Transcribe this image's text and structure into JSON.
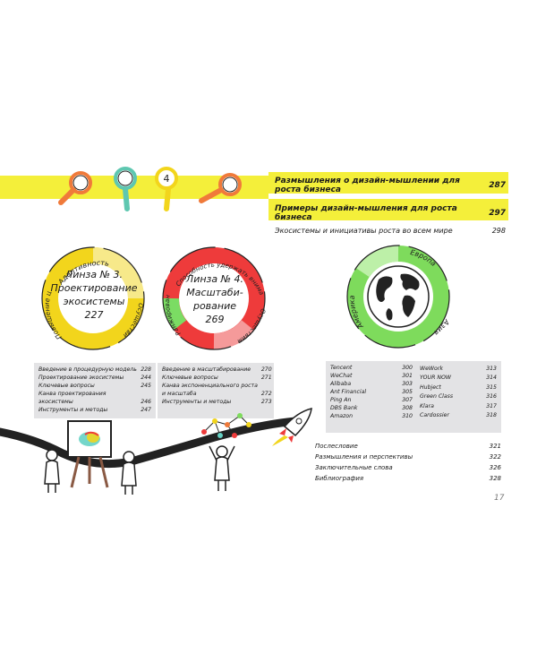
{
  "header_links": [
    {
      "label": "Размышления о дизайн-мышлении для роста бизнеса",
      "page": "287"
    },
    {
      "label": "Примеры дизайн-мышления для роста бизнеса",
      "page": "297"
    },
    {
      "label": "Экосистемы и инициативы роста во всем мире",
      "page": "298"
    }
  ],
  "lens3": {
    "title_lines": [
      "Линза № 3.",
      "Проектирование",
      "экосистемы",
      "227"
    ],
    "ring_labels": [
      "Адаптивность",
      "Осуществимость",
      "Повышение ценности"
    ],
    "toc": [
      {
        "label": "Введение в процедурную модель",
        "page": "228"
      },
      {
        "label": "Проектирование экосистемы",
        "page": "244"
      },
      {
        "label": "Ключевые вопросы",
        "page": "245"
      },
      {
        "label": "Канва проектирования",
        "page": ""
      },
      {
        "label": "экосистемы",
        "page": "246"
      },
      {
        "label": "Инструменты и методы",
        "page": "247"
      }
    ]
  },
  "lens4": {
    "title_lines": [
      "Линза № 4.",
      "Масштаби-",
      "рование",
      "269"
    ],
    "ring_labels": [
      "Способность удержать внимание",
      "Осуществимость",
      "Ранжированность"
    ],
    "toc": [
      {
        "label": "Введение в масштабирование",
        "page": "270"
      },
      {
        "label": "Ключевые вопросы",
        "page": "271"
      },
      {
        "label": "Канва экспоненциального роста",
        "page": ""
      },
      {
        "label": "и масштаба",
        "page": "272"
      },
      {
        "label": "Инструменты и методы",
        "page": "273"
      }
    ]
  },
  "globe": {
    "ring_labels": [
      "Европа",
      "Азия",
      "Америка"
    ]
  },
  "companies_left": [
    {
      "label": "Tencent",
      "page": "300"
    },
    {
      "label": "WeChat",
      "page": "301"
    },
    {
      "label": "Alibaba",
      "page": "303"
    },
    {
      "label": "Ant Financial",
      "page": "305"
    },
    {
      "label": "Ping An",
      "page": "307"
    },
    {
      "label": "DBS Bank",
      "page": "308"
    },
    {
      "label": "Amazon",
      "page": "310"
    }
  ],
  "companies_right": [
    {
      "label": "WeWork",
      "page": "313"
    },
    {
      "label": "YOUR NOW",
      "page": "314"
    },
    {
      "label": "Hubject",
      "page": "315"
    },
    {
      "label": "Green Class",
      "page": "316"
    },
    {
      "label": "Klara",
      "page": "317"
    },
    {
      "label": "Cardossier",
      "page": "318"
    }
  ],
  "extra": [
    {
      "label": "Послесловие",
      "page": "321"
    },
    {
      "label": "Размышления и перспективы",
      "page": "322"
    },
    {
      "label": "Заключительные слова",
      "page": "326"
    },
    {
      "label": "Библиография",
      "page": "328"
    }
  ],
  "page_number": "17",
  "colors": {
    "highlight": "#f4ef3a",
    "lens3": "#f2d51c",
    "lens4": "#ee3b3b",
    "globe": "#7edb5c",
    "toc_bg": "#e3e3e5"
  },
  "icons": [
    "magnifier-orange-icon",
    "magnifier-teal-icon",
    "magnifier-yellow-icon",
    "magnifier-orange-icon",
    "rocket-icon",
    "easel-icon",
    "network-icon"
  ]
}
